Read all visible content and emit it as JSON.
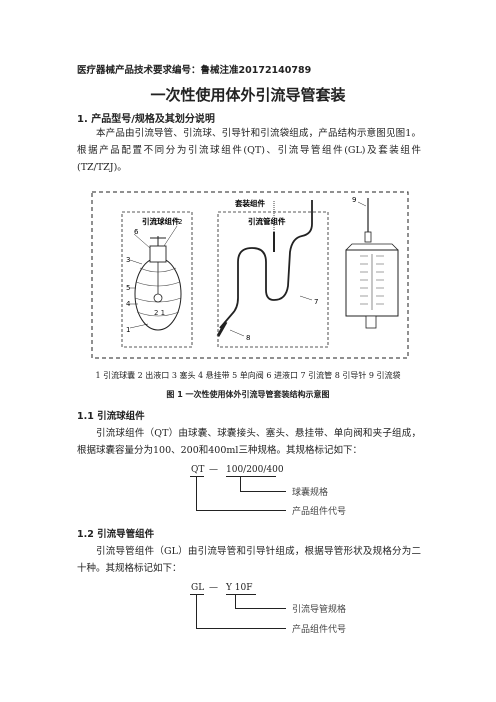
{
  "header": "医疗器械产品技术要求编号：鲁械注准20172140789",
  "title": "一次性使用体外引流导管套装",
  "section1": {
    "heading": "1. 产品型号/规格及其划分说明",
    "para": "本产品由引流导管、引流球、引导针和引流袋组成，产品结构示意图见图1。根据产品配置不同分为引流球组件(QT)、引流导管组件(GL)及套装组件(TZ/TZJ)。"
  },
  "figure": {
    "outer_label": "套装组件",
    "ball_label": "引流球组件",
    "tube_label": "引流管组件",
    "numbers": [
      "1",
      "2",
      "3",
      "4",
      "5",
      "6",
      "7",
      "8",
      "9"
    ],
    "ball_text": "2 1",
    "legend": "1 引流球囊  2 出液口  3 塞头  4 悬挂带  5 单向阀  6 进液口  7 引流管  8 引导针  9 引流袋",
    "caption": "图 1  一次性使用体外引流导管套装结构示意图"
  },
  "section11": {
    "heading": "1.1 引流球组件",
    "para": "引流球组件（QT）由球囊、球囊接头、塞头、悬挂带、单向阀和夹子组成，根据球囊容量分为100、200和400ml三种规格。其规格标记如下：",
    "code_prefix": "QT",
    "dash": "—",
    "code_value": "100/200/400",
    "label_spec": "球囊规格",
    "label_code": "产品组件代号"
  },
  "section12": {
    "heading": "1.2 引流导管组件",
    "para": "引流导管组件（GL）由引流导管和引导针组成，根据导管形状及规格分为二十种。其规格标记如下：",
    "code_prefix": "GL",
    "dash": "—",
    "code_value": "Y 10F",
    "label_spec": "引流导管规格",
    "label_code": "产品组件代号"
  }
}
